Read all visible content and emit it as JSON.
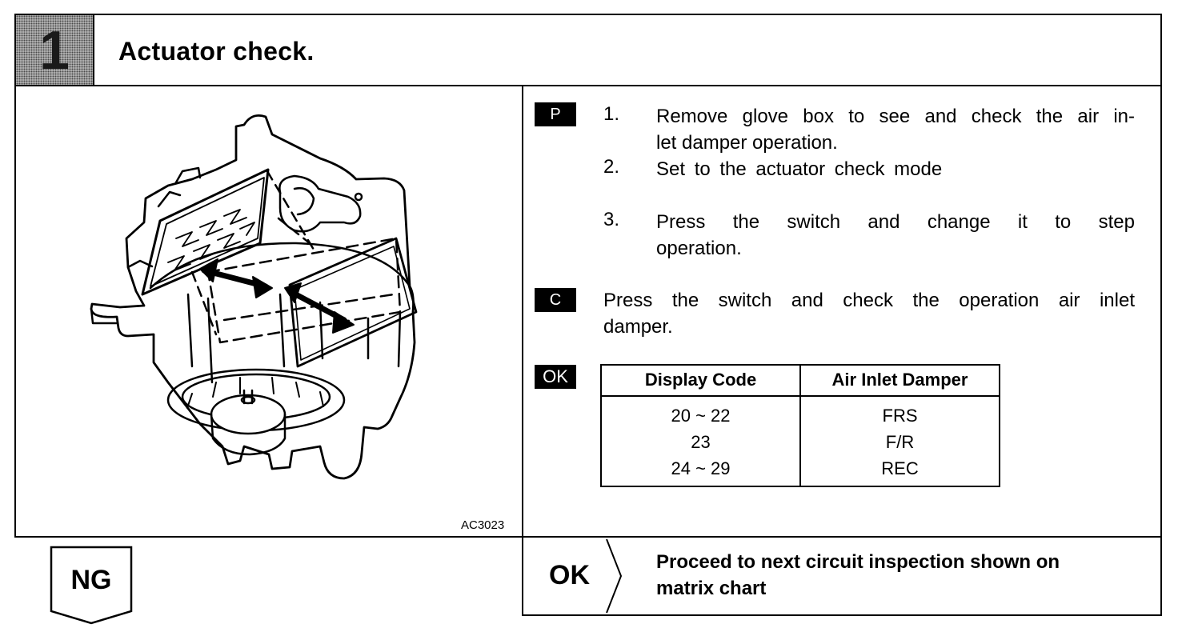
{
  "header": {
    "step_number": "1",
    "title": "Actuator check."
  },
  "figure": {
    "code": "AC3023"
  },
  "procedure": {
    "tag": "P",
    "steps": [
      {
        "number": "1.",
        "line1": "Remove glove box to see and check the air in-",
        "line2": "let damper operation."
      },
      {
        "number": "2.",
        "line1": "Set to the actuator check mode"
      },
      {
        "number": "3.",
        "line1": "Press the switch and change it to step",
        "line2": "operation."
      }
    ]
  },
  "check": {
    "tag": "C",
    "line1": "Press the switch and check the operation air inlet",
    "line2": "damper."
  },
  "result": {
    "tag": "OK",
    "table": {
      "headers": [
        "Display Code",
        "Air Inlet Damper"
      ],
      "rows": [
        [
          "20 ~ 22",
          "FRS"
        ],
        [
          "23",
          "F/R"
        ],
        [
          "24 ~ 29",
          "REC"
        ]
      ]
    }
  },
  "outcome_ok": {
    "label": "OK",
    "line1": "Proceed to next circuit inspection shown on",
    "line2": "matrix chart"
  },
  "outcome_ng": {
    "label": "NG"
  }
}
